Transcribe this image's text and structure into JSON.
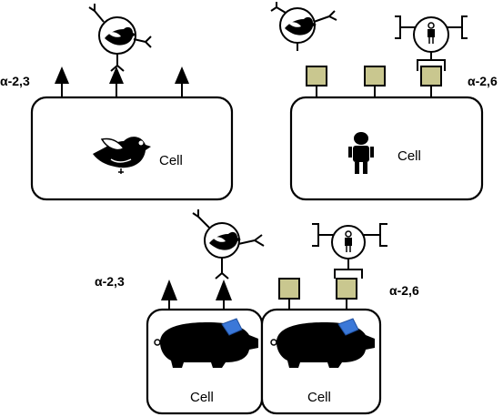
{
  "labels": {
    "cell": "Cell",
    "alpha23_top": "α-2,3",
    "alpha26_top": "α-2,6",
    "alpha23_bottom": "α-2,3",
    "alpha26_bottom": "α-2,6"
  },
  "colors": {
    "receptor_alpha26": "#c9c78f",
    "receptor_alpha23": "#000000",
    "pig_body": "#000000",
    "pig_mark": "#3b78d8"
  },
  "icons": {
    "avian_cell": "bird-icon",
    "human_cell": "person-icon",
    "swine_cell": "pig-icon",
    "avian_virus": "bird-virus-icon",
    "human_virus": "human-virus-icon"
  }
}
